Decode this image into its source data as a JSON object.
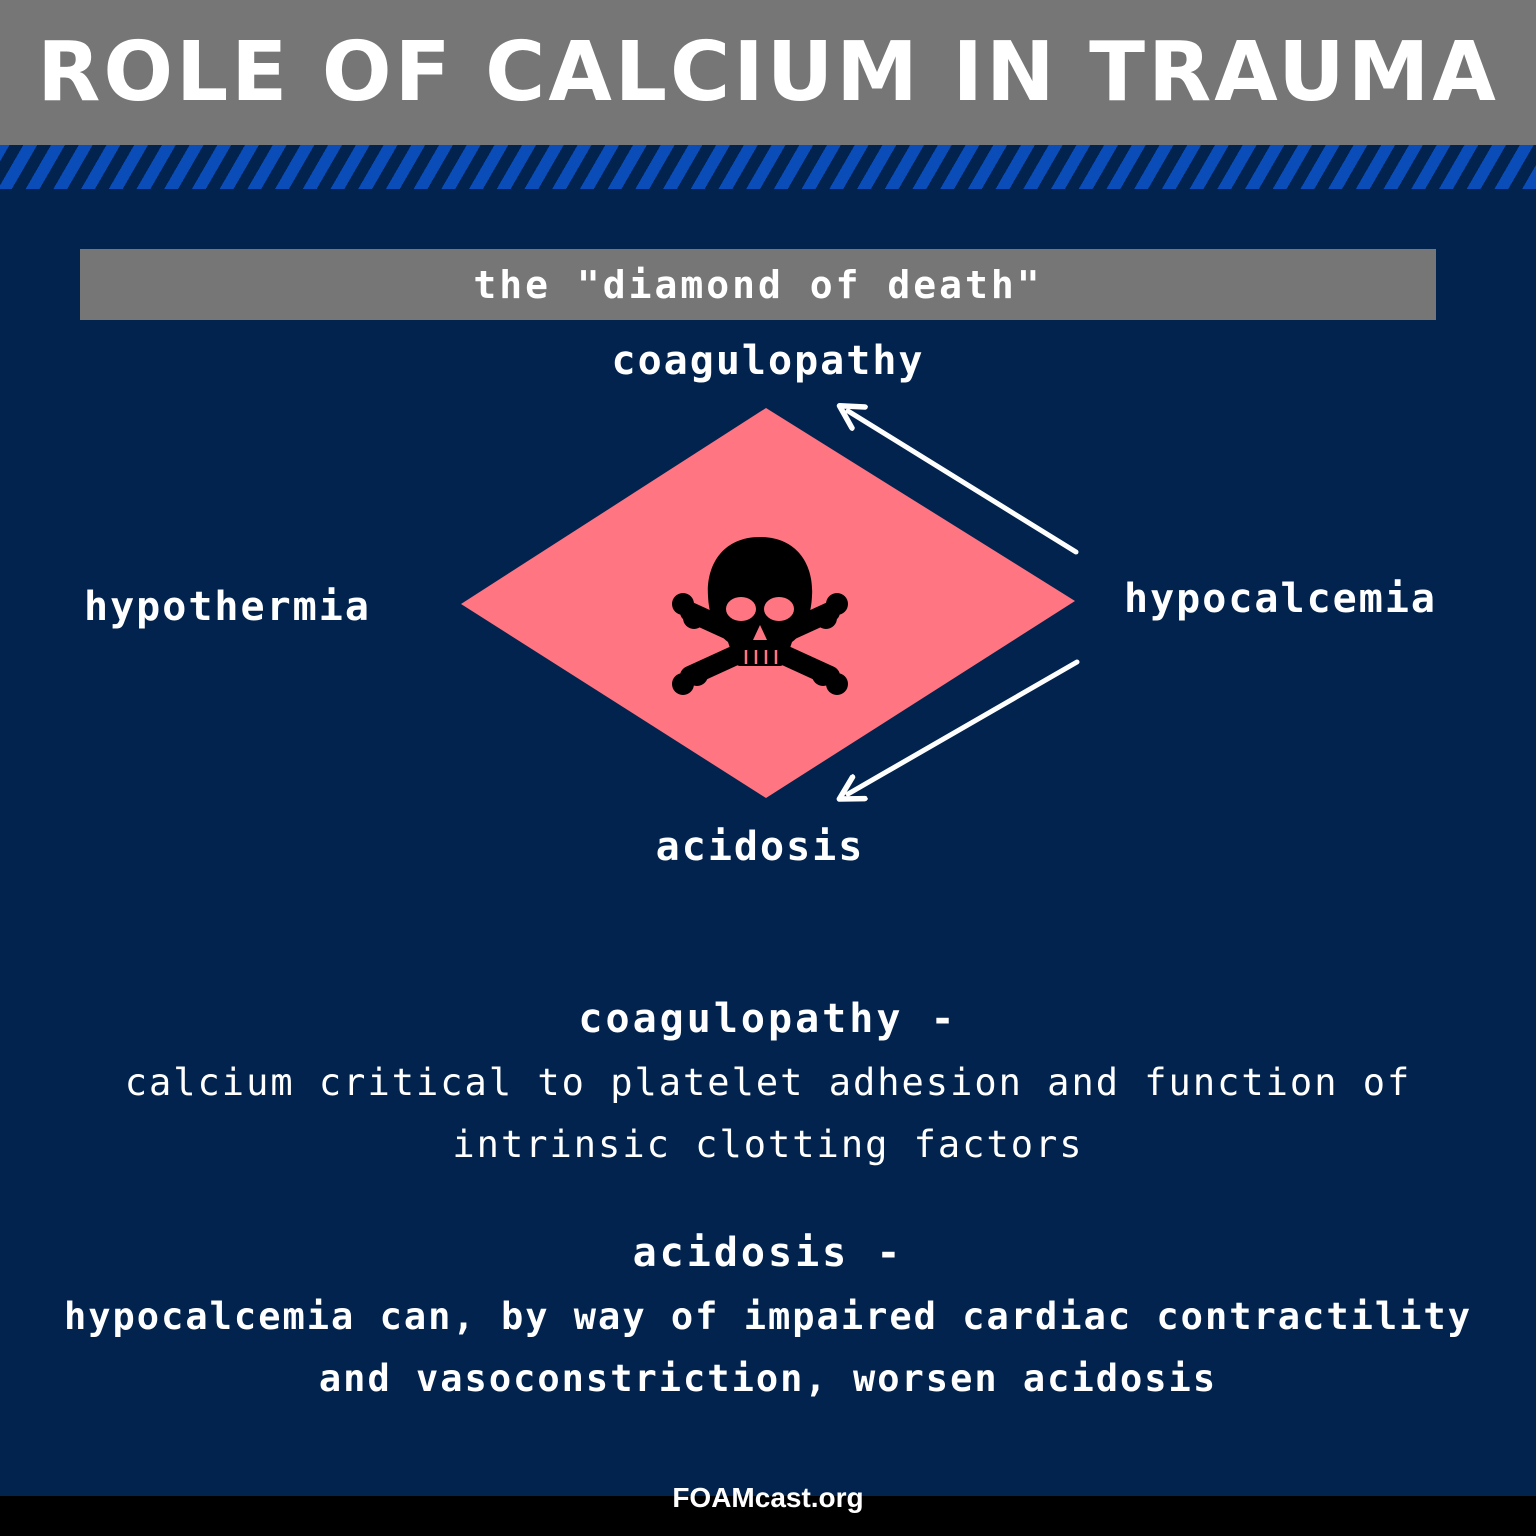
{
  "header": {
    "title": "ROLE OF CALCIUM IN TRAUMA"
  },
  "subtitle": "the \"diamond of death\"",
  "diamond": {
    "top": "coagulopathy",
    "left": "hypothermia",
    "right": "hypocalcemia",
    "bottom": "acidosis",
    "center_icon": "skull-and-crossbones-icon"
  },
  "descriptions": [
    {
      "heading": "coagulopathy -",
      "body": "calcium critical to platelet adhesion and function of intrinsic clotting factors"
    },
    {
      "heading": "acidosis -",
      "body": "hypocalcemia can, by way of impaired cardiac contractility and vasoconstriction, worsen acidosis"
    }
  ],
  "footer": {
    "text": "FOAMcast.org"
  },
  "colors": {
    "background": "#02234e",
    "header_gray": "#767676",
    "stripe_blue": "#0a4db8",
    "diamond_fill": "#ff7582",
    "text": "#ffffff",
    "footer": "#000000"
  }
}
